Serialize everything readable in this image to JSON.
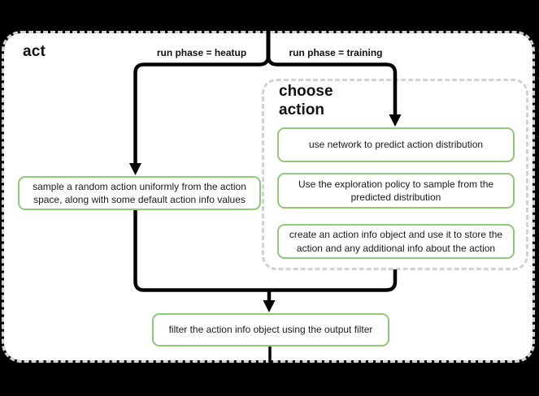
{
  "diagram": {
    "title": "act",
    "branch_labels": {
      "heatup": "run phase = heatup",
      "training": "run phase = training"
    },
    "choose_action_group": {
      "title": "choose action"
    },
    "nodes": {
      "sample_random_action": "sample a random action uniformly from the action space, along with some default action info values",
      "use_network": "use network to predict action distribution",
      "exploration_policy": "Use the exploration policy to sample from the predicted distribution",
      "create_action_info": "create an action info object and use it to store the action and any additional info about the action",
      "filter_output": "filter the action info object using the output filter"
    },
    "colors": {
      "background": "#000000",
      "canvas_fill": "#ffffff",
      "group_border": "#d2d2d2",
      "node_border": "#90c977",
      "node_fill": "#ffffff",
      "connector": "#000000",
      "text": "#111111"
    }
  }
}
